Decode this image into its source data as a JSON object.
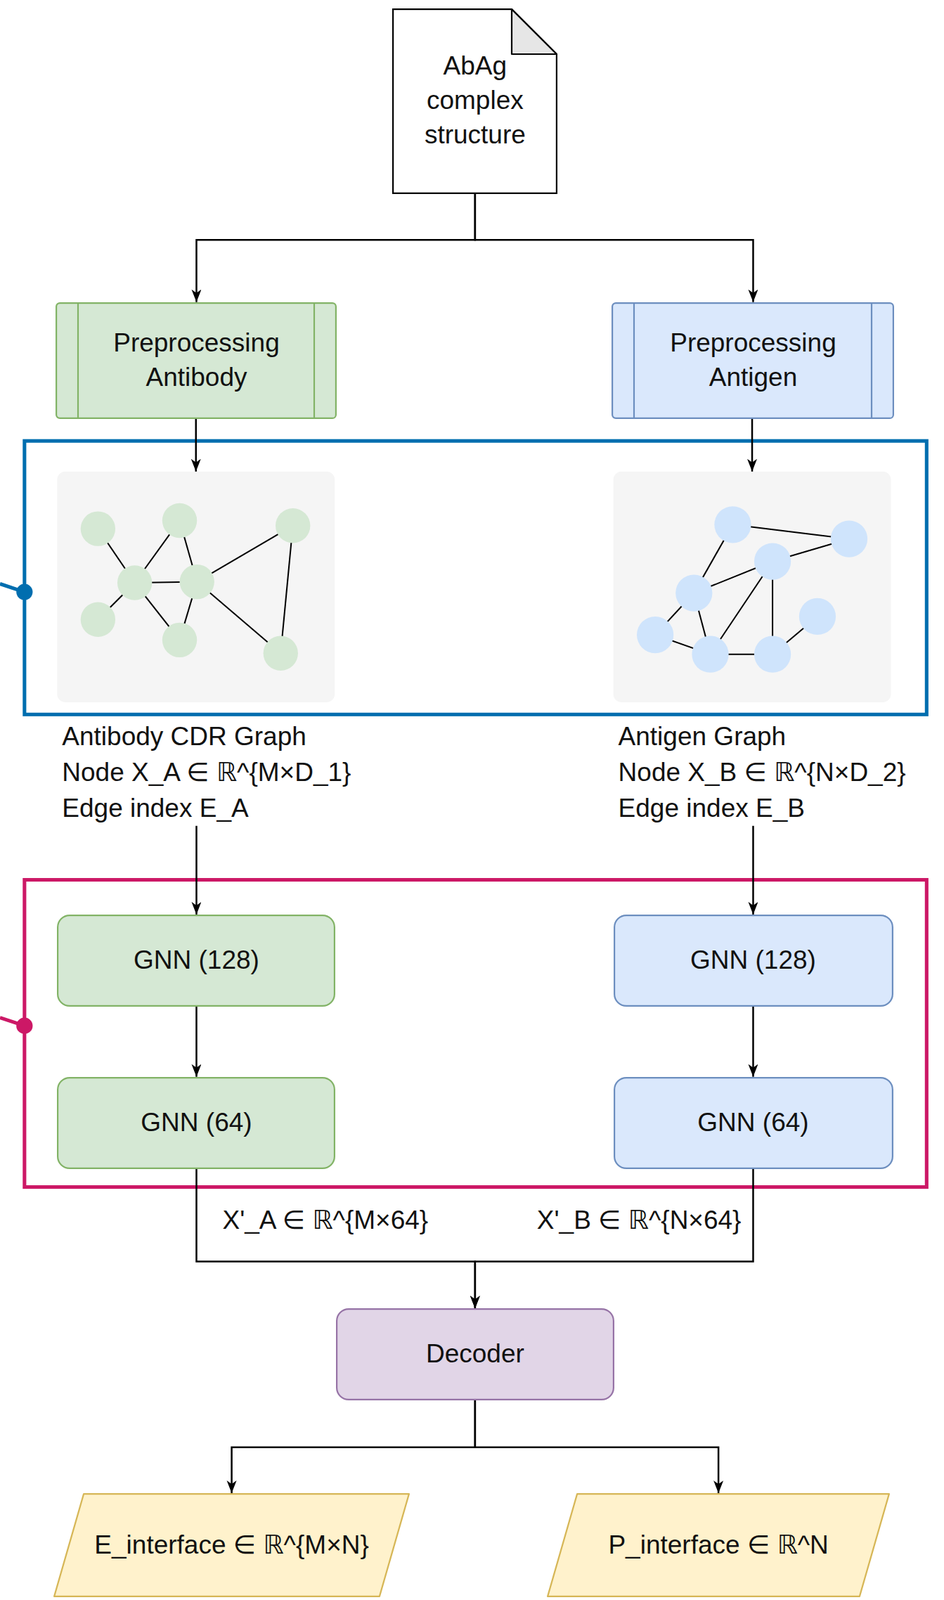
{
  "diagram": {
    "nodes": [
      {
        "text": [
          "AbAg complex structure"
        ]
      },
      {
        "text": [
          "Preprocessing Antibody"
        ]
      },
      {
        "text": [
          "Preprocessing Antigen"
        ]
      },
      {
        "text": [
          "Antibody CDR Graph",
          "Node X_A ∈ ℝ^{M×D_1}",
          "Edge index E_A"
        ]
      },
      {
        "text": [
          "Antigen Graph",
          "Node X_B ∈ ℝ^{N×D_2}",
          "Edge index E_B"
        ]
      },
      {
        "text": [
          "GNN (128)"
        ]
      },
      {
        "text": [
          "GNN (128)"
        ]
      },
      {
        "text": [
          "GNN (64)"
        ]
      },
      {
        "text": [
          "GNN (64)"
        ]
      },
      {
        "text": [
          "Decoder"
        ]
      },
      {
        "text": [
          "E_interface ∈ ℝ^{M×N}"
        ]
      },
      {
        "text": [
          "P_interface ∈ ℝ^N"
        ]
      }
    ],
    "edges": [
      {
        "from": 0,
        "to": 1,
        "arrow": "to"
      },
      {
        "from": 0,
        "to": 2,
        "arrow": "to"
      },
      {
        "from": 1,
        "to": 3,
        "arrow": "to"
      },
      {
        "from": 2,
        "to": 4,
        "arrow": "to"
      },
      {
        "from": 3,
        "to": 5,
        "arrow": "to"
      },
      {
        "from": 4,
        "to": 6,
        "arrow": "to"
      },
      {
        "from": 5,
        "to": 7,
        "arrow": "to"
      },
      {
        "from": 6,
        "to": 8,
        "arrow": "to"
      },
      {
        "from": 7,
        "to": 9,
        "arrow": "to",
        "label": "X'_A ∈ ℝ^{M×64}"
      },
      {
        "from": 8,
        "to": 9,
        "arrow": "to",
        "label": "X'_B ∈ ℝ^{N×64}"
      },
      {
        "from": 9,
        "to": 10,
        "arrow": "to"
      },
      {
        "from": 9,
        "to": 11,
        "arrow": "to"
      }
    ]
  }
}
